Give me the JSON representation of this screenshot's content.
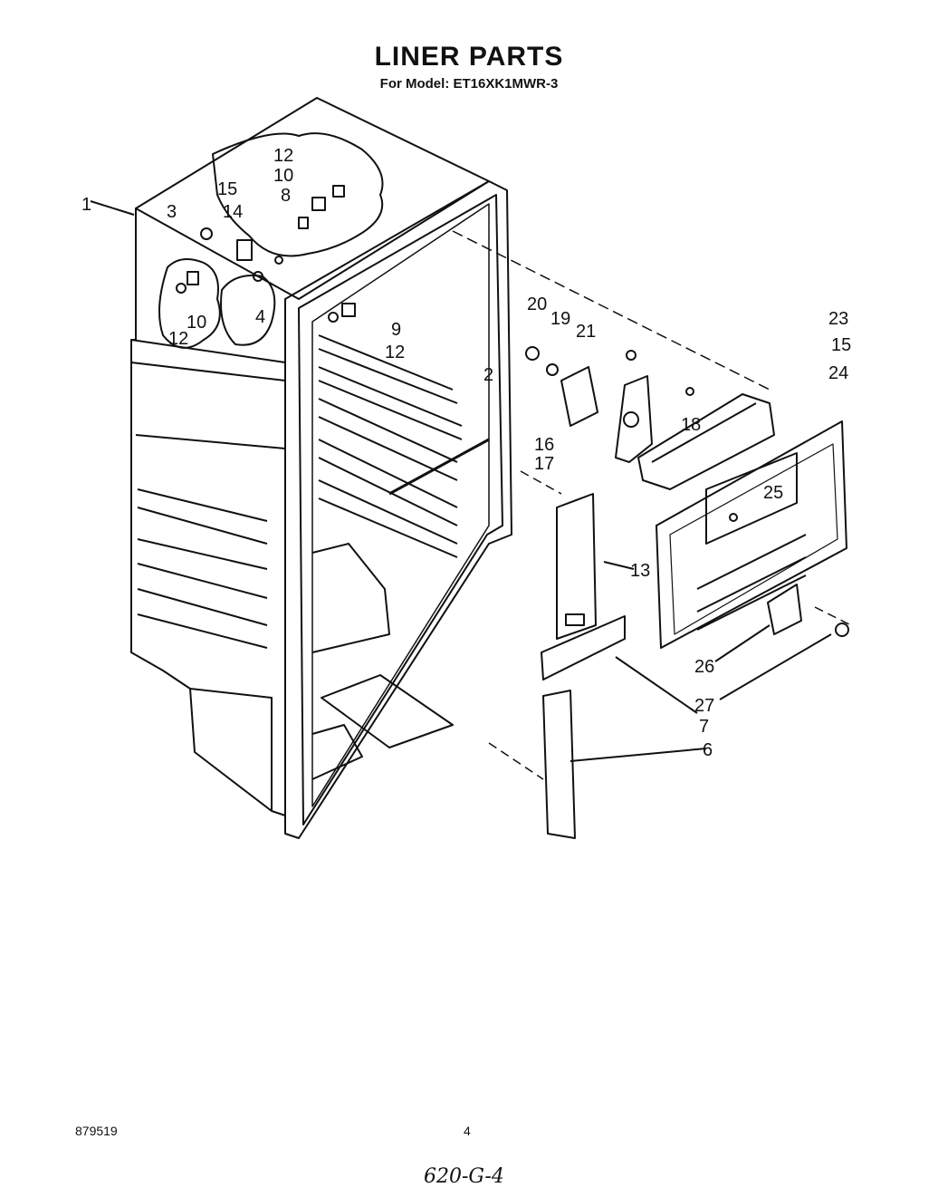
{
  "header": {
    "title": "LINER PARTS",
    "subtitle": "For Model: ET16XK1MWR-3"
  },
  "callouts": [
    "1",
    "3",
    "15",
    "14",
    "12",
    "10",
    "8",
    "12",
    "10",
    "4",
    "9",
    "12",
    "2",
    "20",
    "19",
    "21",
    "23",
    "15",
    "24",
    "16",
    "17",
    "18",
    "25",
    "13",
    "26",
    "27",
    "7",
    "6"
  ],
  "footer": {
    "doc_number": "879519",
    "page_number": "4",
    "handwritten_note": "620-G-4"
  }
}
